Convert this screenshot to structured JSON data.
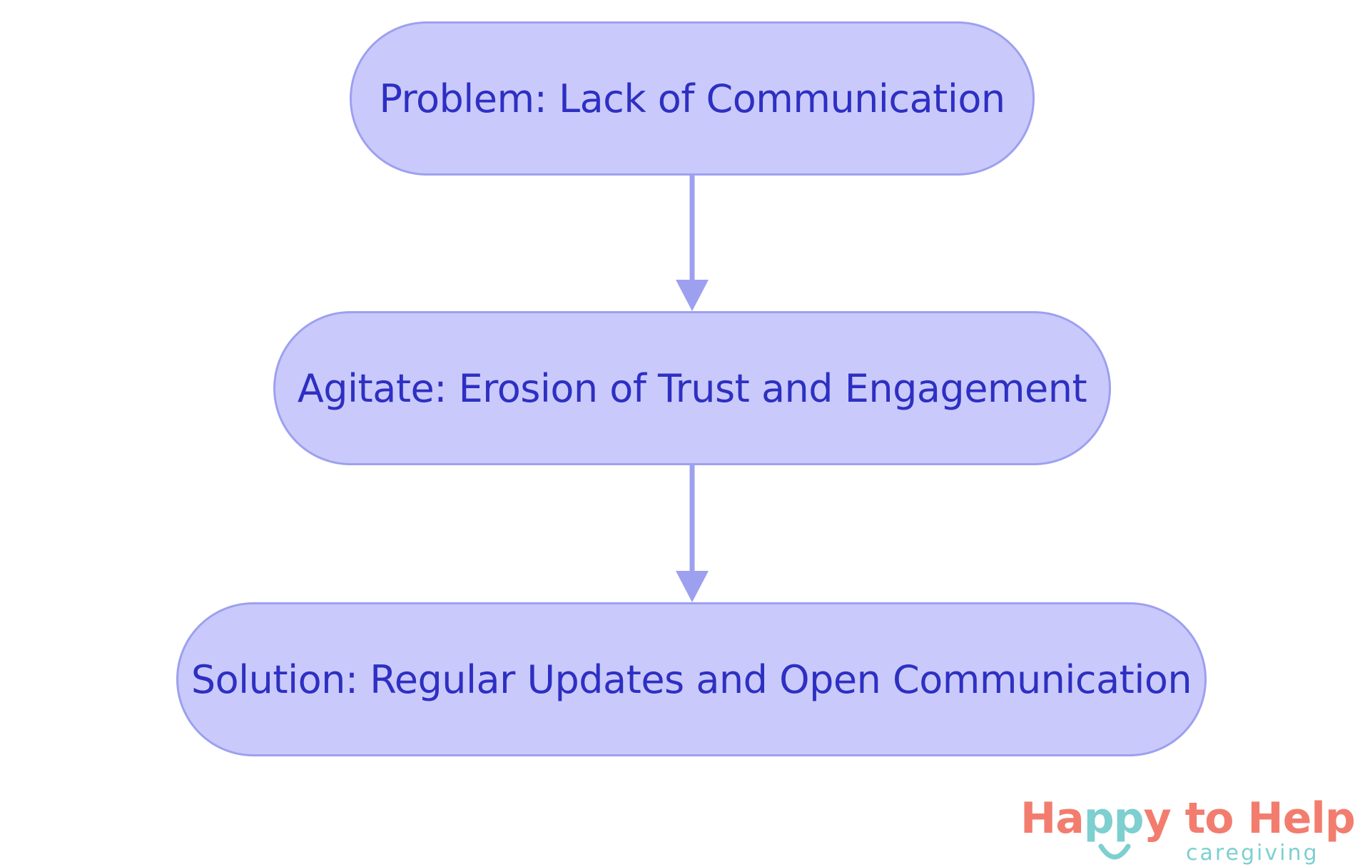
{
  "diagram": {
    "type": "flowchart",
    "direction": "top-down",
    "colors": {
      "node_fill": "#c9cafb",
      "node_border": "#9da0ef",
      "node_text": "#2e2fc2",
      "edge": "#9da0ef"
    },
    "nodes": [
      {
        "id": "problem",
        "label": "Problem: Lack of Communication"
      },
      {
        "id": "agitate",
        "label": "Agitate: Erosion of Trust and Engagement"
      },
      {
        "id": "solution",
        "label": "Solution: Regular Updates and Open Communication"
      }
    ],
    "edges": [
      {
        "from": "problem",
        "to": "agitate"
      },
      {
        "from": "agitate",
        "to": "solution"
      }
    ]
  },
  "logo": {
    "name_prefix": "Ha",
    "name_highlight": "pp",
    "name_suffix": "y to Help",
    "tagline": "caregiving",
    "colors": {
      "primary": "#f27d6f",
      "accent": "#7ecfcf"
    }
  }
}
